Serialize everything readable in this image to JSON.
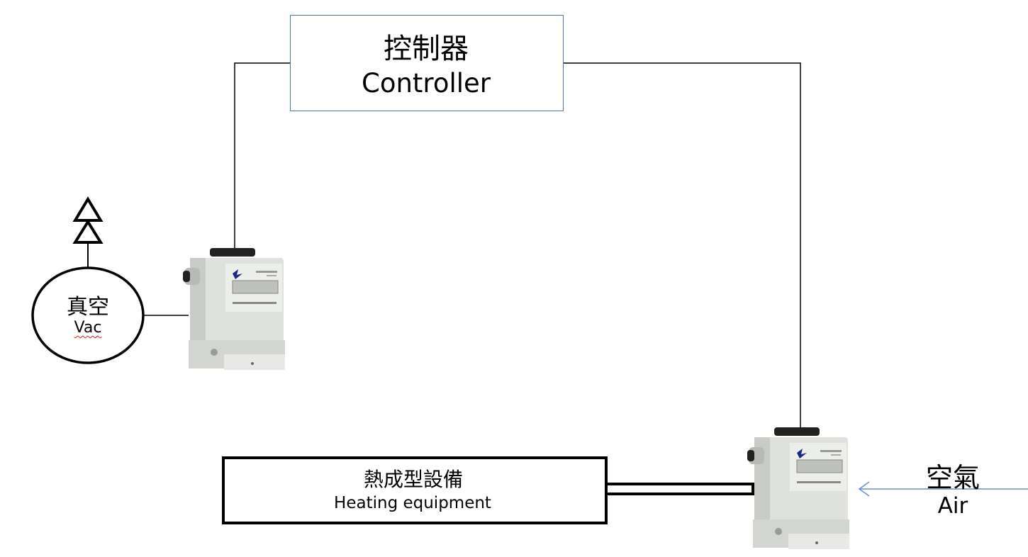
{
  "controller": {
    "label_zh": "控制器",
    "label_en": "Controller"
  },
  "vacuum": {
    "label_zh": "真空",
    "label_en": "Vac"
  },
  "heating": {
    "label_zh": "熱成型設備",
    "label_en": "Heating equipment"
  },
  "air": {
    "label_zh": "空氣",
    "label_en": "Air"
  },
  "devices": [
    {
      "icon": "pressure-regulator-icon"
    },
    {
      "icon": "pressure-regulator-icon"
    }
  ],
  "colors": {
    "controller_border": "#4a76b8",
    "air_arrow": "#6a8fd0",
    "device_body": "#dfe1dc"
  }
}
